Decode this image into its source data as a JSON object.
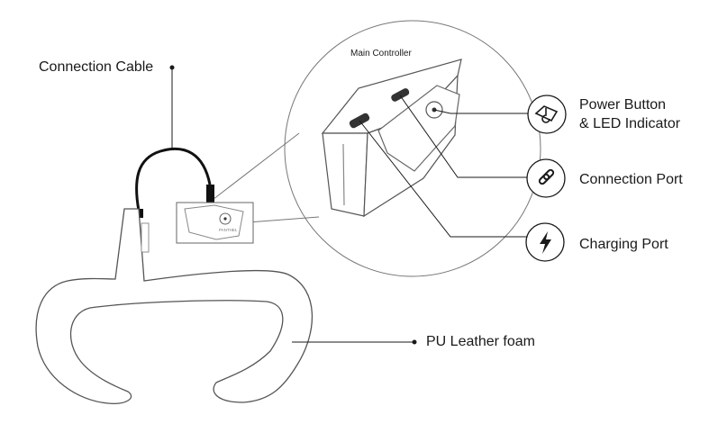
{
  "labels": {
    "connection_cable": "Connection Cable",
    "main_controller": "Main Controller",
    "power_button_line1": "Power Button",
    "power_button_line2": "& LED Indicator",
    "connection_port": "Connection Port",
    "charging_port": "Charging Port",
    "pu_leather_foam": "PU Leather foam",
    "brand_mark": "PANTHEL"
  },
  "icons": {
    "power": "power-led-icon",
    "connection": "chain-link-icon",
    "charging": "lightning-bolt-icon"
  },
  "colors": {
    "line": "#1a1a1a",
    "outline": "#666666",
    "cable": "#111111"
  }
}
